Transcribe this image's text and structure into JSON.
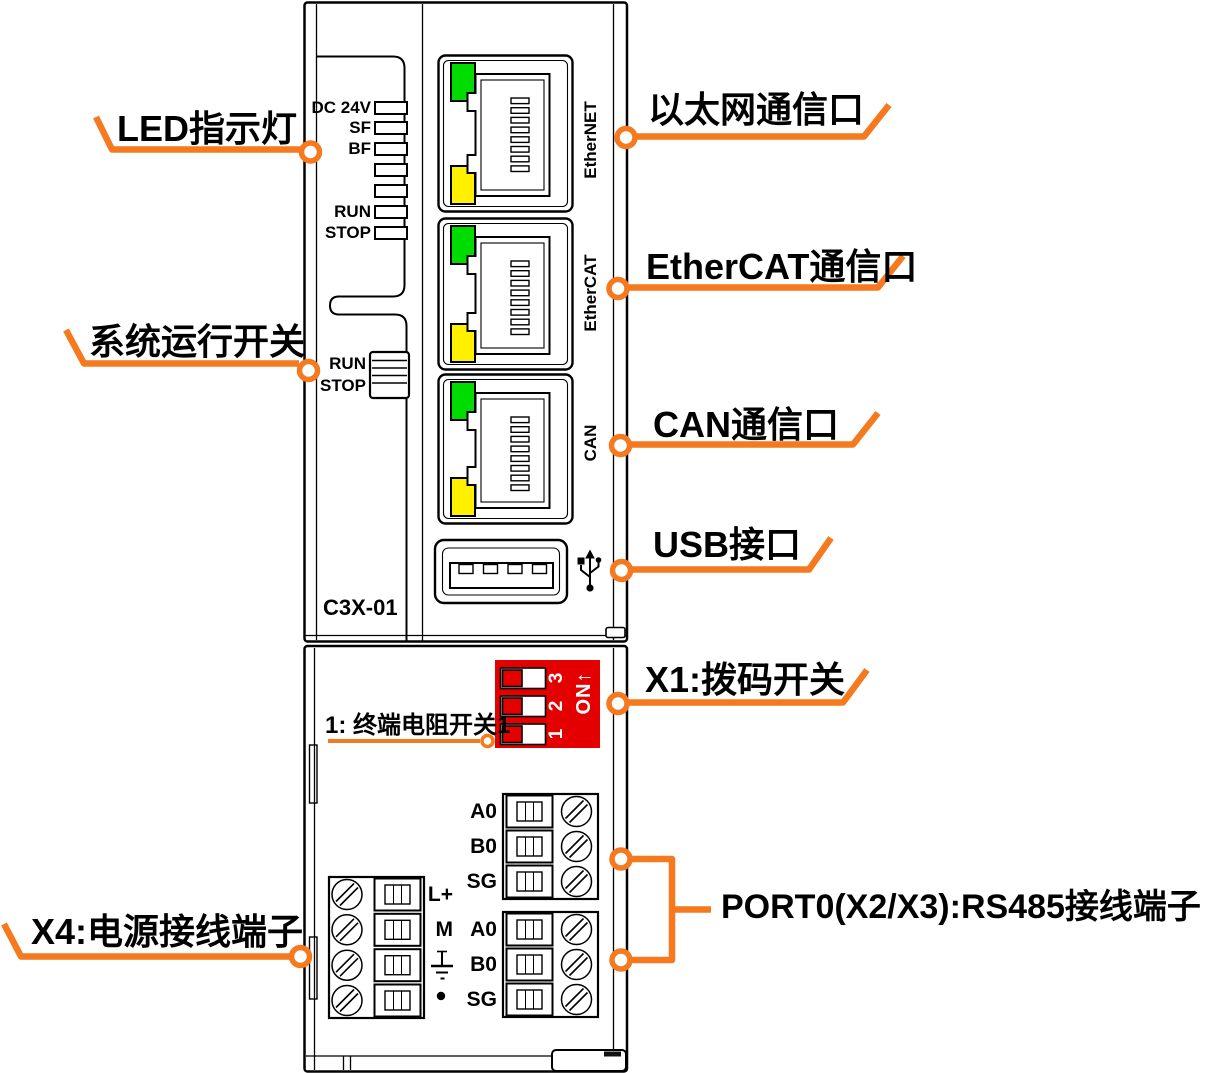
{
  "colors": {
    "accent_orange": "#F4791F",
    "led_green": "#00DC00",
    "led_yellow": "#FFF000",
    "dip_red": "#E50000",
    "line_black": "#000000"
  },
  "callouts": {
    "led": "LED指示灯",
    "run_switch": "系统运行开关",
    "power": "X4:电源接线端子",
    "ethernet": "以太网通信口",
    "ethercat": "EtherCAT通信口",
    "can": "CAN通信口",
    "usb": "USB接口",
    "dip": "X1:拨码开关",
    "term_resistor": "1: 终端电阻开关1",
    "port0": "PORT0(X2/X3):RS485接线端子"
  },
  "device": {
    "model": "C3X-01",
    "led_labels": [
      "DC 24V",
      "SF",
      "BF",
      "",
      "",
      "RUN",
      "STOP"
    ],
    "switch": {
      "run": "RUN",
      "stop": "STOP"
    },
    "ports": [
      "EtherNET",
      "EtherCAT",
      "CAN"
    ],
    "dip": {
      "digits": [
        "1",
        "2",
        "3"
      ],
      "on": "ON↑"
    },
    "rs485": {
      "group1": [
        "A0",
        "B0",
        "SG"
      ],
      "group2": [
        "A0",
        "B0",
        "SG"
      ]
    },
    "power_terminal": {
      "row1": "L+",
      "row2": "M",
      "row3_icon": "ground-icon",
      "row4_icon": "dot-icon"
    }
  }
}
